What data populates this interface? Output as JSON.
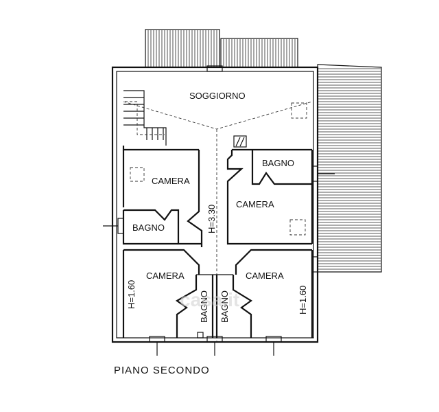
{
  "title": "PIANO SECONDO",
  "rooms": {
    "soggiorno": "SOGGIORNO",
    "camera_nw": "CAMERA",
    "camera_ne": "CAMERA",
    "camera_sw": "CAMERA",
    "camera_se": "CAMERA",
    "bagno_w": "BAGNO",
    "bagno_ne": "BAGNO",
    "bagno_s1": "BAGNO",
    "bagno_s2": "BAGNO"
  },
  "heights": {
    "center": "H=3.30",
    "left": "H=1.60",
    "right": "H=1.60"
  },
  "watermark": "casa.it"
}
